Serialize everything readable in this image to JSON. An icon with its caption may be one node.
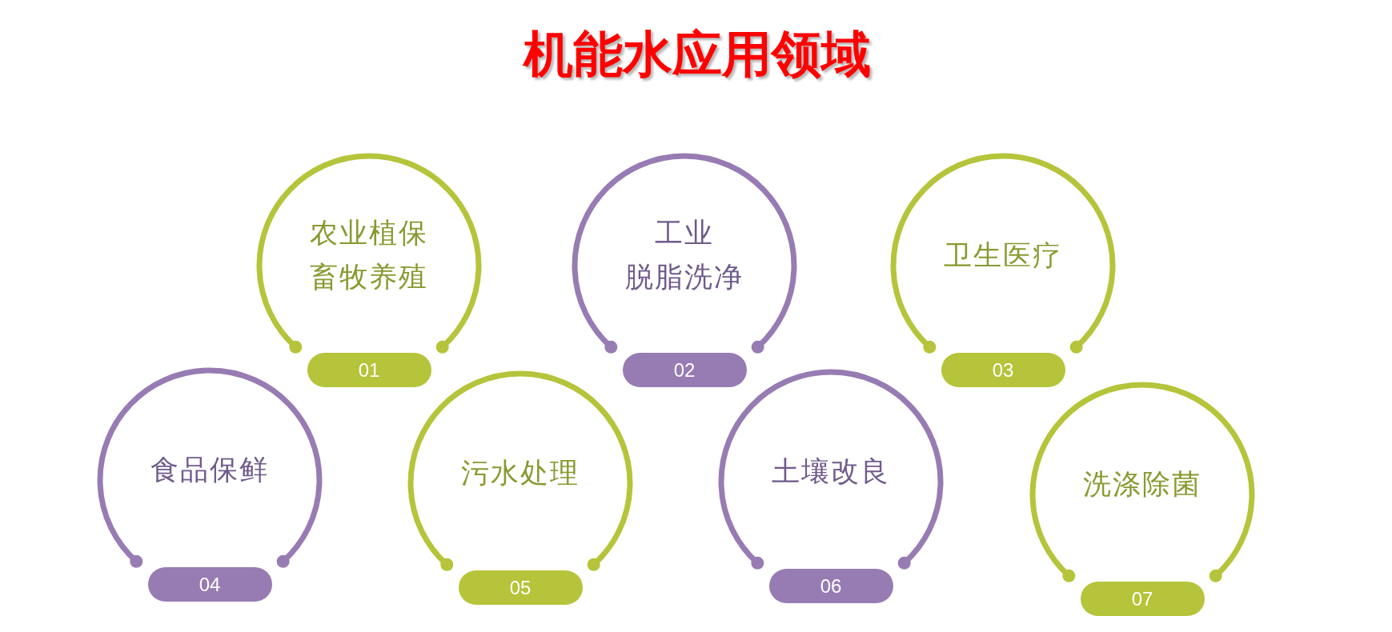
{
  "diagram": {
    "title": "机能水应用领域",
    "nodes": [
      {
        "text": [
          "农业植保",
          "畜牧养殖"
        ]
      },
      {
        "text": [
          "01"
        ]
      },
      {
        "text": [
          "工业",
          "脱脂洗净"
        ]
      },
      {
        "text": [
          "02"
        ]
      },
      {
        "text": [
          "卫生医疗"
        ]
      },
      {
        "text": [
          "03"
        ]
      },
      {
        "text": [
          "食品保鲜"
        ]
      },
      {
        "text": [
          "04"
        ]
      },
      {
        "text": [
          "污水处理"
        ]
      },
      {
        "text": [
          "05"
        ]
      },
      {
        "text": [
          "土壤改良"
        ]
      },
      {
        "text": [
          "06"
        ]
      },
      {
        "text": [
          "洗涤除菌"
        ]
      },
      {
        "text": [
          "07"
        ]
      }
    ]
  }
}
